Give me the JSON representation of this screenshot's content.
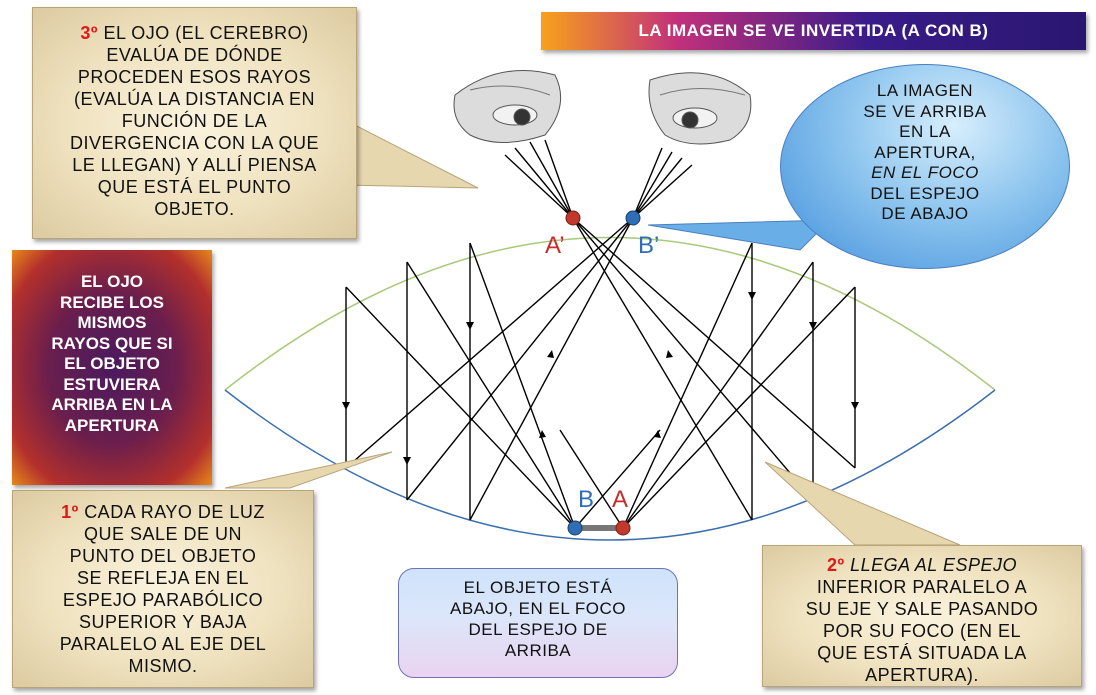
{
  "title": "LA IMAGEN SE VE INVERTIDA (A CON B)",
  "step3": {
    "number": "3º",
    "lines": [
      "EL OJO (EL CEREBRO)",
      "EVALÚA DE DÓNDE",
      "PROCEDEN ESOS RAYOS",
      "(EVALÚA LA DISTANCIA EN",
      "FUNCIÓN DE LA",
      "DIVERGENCIA CON LA QUE",
      "LE LLEGAN) Y ALLÍ PIENSA",
      "QUE ESTÁ EL PUNTO",
      "OBJETO."
    ]
  },
  "eye_note": [
    "EL OJO",
    "RECIBE LOS",
    "MISMOS",
    "RAYOS QUE SI",
    "EL OBJETO",
    "ESTUVIERA",
    "ARRIBA EN LA",
    "APERTURA"
  ],
  "image_note": [
    "LA IMAGEN",
    "SE VE ARRIBA",
    "EN LA",
    "APERTURA,",
    "EN EL FOCO",
    "DEL ESPEJO",
    "DE ABAJO"
  ],
  "step1": {
    "number": "1º",
    "lines": [
      "CADA RAYO DE LUZ",
      "QUE SALE DE UN",
      "PUNTO DEL OBJETO",
      "SE REFLEJA EN EL",
      "ESPEJO PARABÓLICO",
      "SUPERIOR Y BAJA",
      "PARALELO AL EJE DEL",
      "MISMO."
    ]
  },
  "step2": {
    "number": "2º",
    "lines": [
      "LLEGA AL ESPEJO",
      "INFERIOR PARALELO A",
      "SU EJE Y SALE PASANDO",
      "POR SU FOCO (EN EL",
      "QUE ESTÁ SITUADA LA",
      "APERTURA)."
    ]
  },
  "object_note": [
    "EL OBJETO ESTÁ",
    "ABAJO, EN EL FOCO",
    "DEL ESPEJO DE",
    "ARRIBA"
  ],
  "labels": {
    "a_prime": "A’",
    "b_prime": "B’",
    "a": "A",
    "b": "B"
  },
  "colors": {
    "point_a": "#c0392b",
    "point_b": "#2f6db6",
    "upper_mirror": "#a9c97a",
    "lower_mirror": "#3a6fb0"
  }
}
